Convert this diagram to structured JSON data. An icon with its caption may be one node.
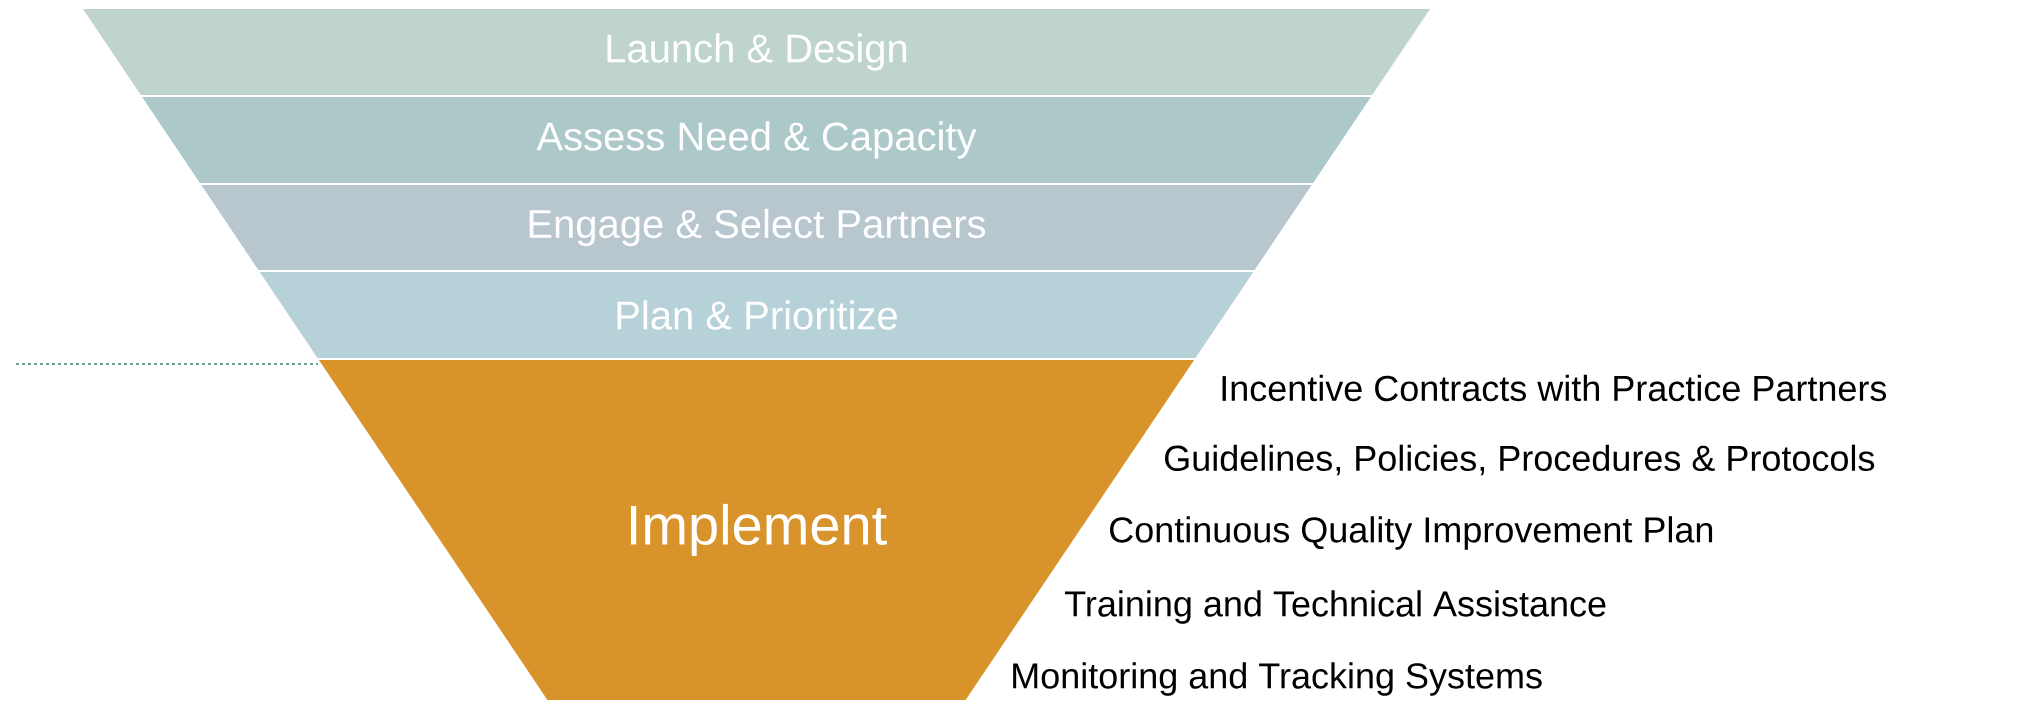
{
  "diagram": {
    "nodes": [
      {
        "text": [
          "Launch & Design"
        ]
      },
      {
        "text": [
          "Assess Need & Capacity"
        ]
      },
      {
        "text": [
          "Engage & Select Partners"
        ]
      },
      {
        "text": [
          "Plan & Prioritize"
        ]
      },
      {
        "text": [
          "Implement"
        ],
        "beside": [
          "Incentive Contracts with Practice Partners",
          "Guidelines, Policies, Procedures & Protocols",
          "Continuous Quality Improvement Plan",
          "Training and Technical Assistance",
          "Monitoring and Tracking Systems"
        ]
      }
    ]
  }
}
